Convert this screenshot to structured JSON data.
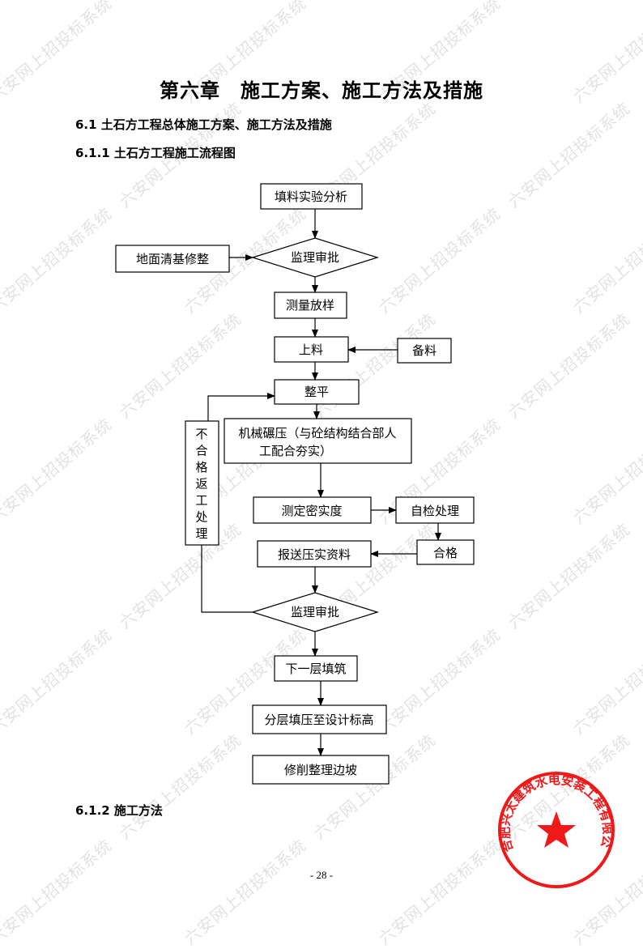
{
  "watermark": "六安网上招投标系统",
  "title": "第六章　施工方案、施工方法及措施",
  "headings": {
    "h61": "6.1 土石方工程总体施工方案、施工方法及措施",
    "h611": "6.1.1 土石方工程施工流程图",
    "h612": "6.1.2 施工方法"
  },
  "flow": {
    "n1": "填料实验分析",
    "n2": "监理审批",
    "n3": "地面清基修整",
    "n4": "测量放样",
    "n5": "上料",
    "n6": "备料",
    "n7": "整平",
    "n8a": "机械碾压（与砼结构结合部人",
    "n8b": "工配合夯实）",
    "n9": [
      "不",
      "合",
      "格",
      "返",
      "工",
      "处",
      "理"
    ],
    "n10": "测定密实度",
    "n11": "自检处理",
    "n12": "合格",
    "n13": "报送压实资料",
    "n14": "监理审批",
    "n15": "下一层填筑",
    "n16": "分层填压至设计标高",
    "n17": "修削整理边坡"
  },
  "stamp_text": "合肥兴太建筑水电安装工程有限公司",
  "page_number": "- 28 -"
}
